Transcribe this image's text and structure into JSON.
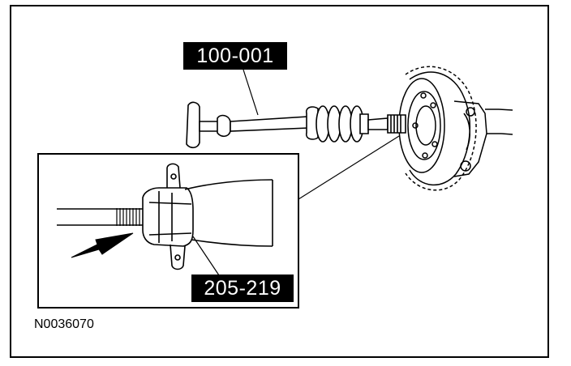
{
  "labels": {
    "tool_top": "100-001",
    "tool_bottom": "205-219",
    "figure_id": "N0036070"
  }
}
